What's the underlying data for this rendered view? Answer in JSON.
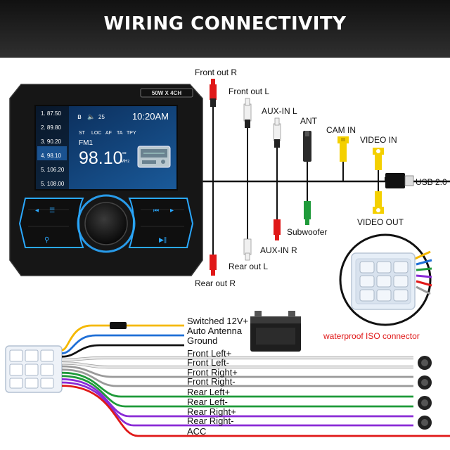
{
  "title": "WIRING CONNECTIVITY",
  "colors": {
    "header_bg": "#1c1c1c",
    "accent_red": "#e01818",
    "led_blue": "#2aa8ff",
    "screen_bg": "#0c3b6e"
  },
  "device": {
    "badge": "50W X 4CH",
    "presets": [
      "1. 87.50",
      "2. 89.80",
      "3. 90.20",
      "4. 98.10",
      "5. 106.20",
      "5. 108.00"
    ],
    "volume": "25",
    "time": "10:20AM",
    "rds_flags": [
      "ST",
      "LOC",
      "AF",
      "TA",
      "TPY"
    ],
    "band": "FM1",
    "frequency": "98.10",
    "unit": "MHz"
  },
  "connectors": {
    "front_out_r": "Front out R",
    "front_out_l": "Front out L",
    "aux_in_l": "AUX-IN L",
    "ant": "ANT",
    "cam_in": "CAM IN",
    "video_in": "VIDEO IN",
    "usb": "USB 2.0",
    "subwoofer": "Subwoofer",
    "video_out": "VIDEO OUT",
    "aux_in_r": "AUX-IN R",
    "rear_out_l": "Rear out L",
    "rear_out_r": "Rear out R"
  },
  "iso_caption": "waterproof ISO connector",
  "wires": [
    {
      "label": "Switched 12V+",
      "color": "#f5b800"
    },
    {
      "label": "Auto Antenna",
      "color": "#1f6fd6"
    },
    {
      "label": "Ground",
      "color": "#111111"
    },
    {
      "label": "Front Left+",
      "color": "#e8e8e8"
    },
    {
      "label": "Front Left-",
      "color": "#e8e8e8"
    },
    {
      "label": "Front Right+",
      "color": "#9a9a9a"
    },
    {
      "label": "Front Right-",
      "color": "#9a9a9a"
    },
    {
      "label": "Rear Left+",
      "color": "#1f9a3a"
    },
    {
      "label": "Rear Left-",
      "color": "#1f9a3a"
    },
    {
      "label": "Rear Right+",
      "color": "#8a2bd6"
    },
    {
      "label": "Rear Right-",
      "color": "#8a2bd6"
    },
    {
      "label": "ACC",
      "color": "#e01818"
    }
  ]
}
